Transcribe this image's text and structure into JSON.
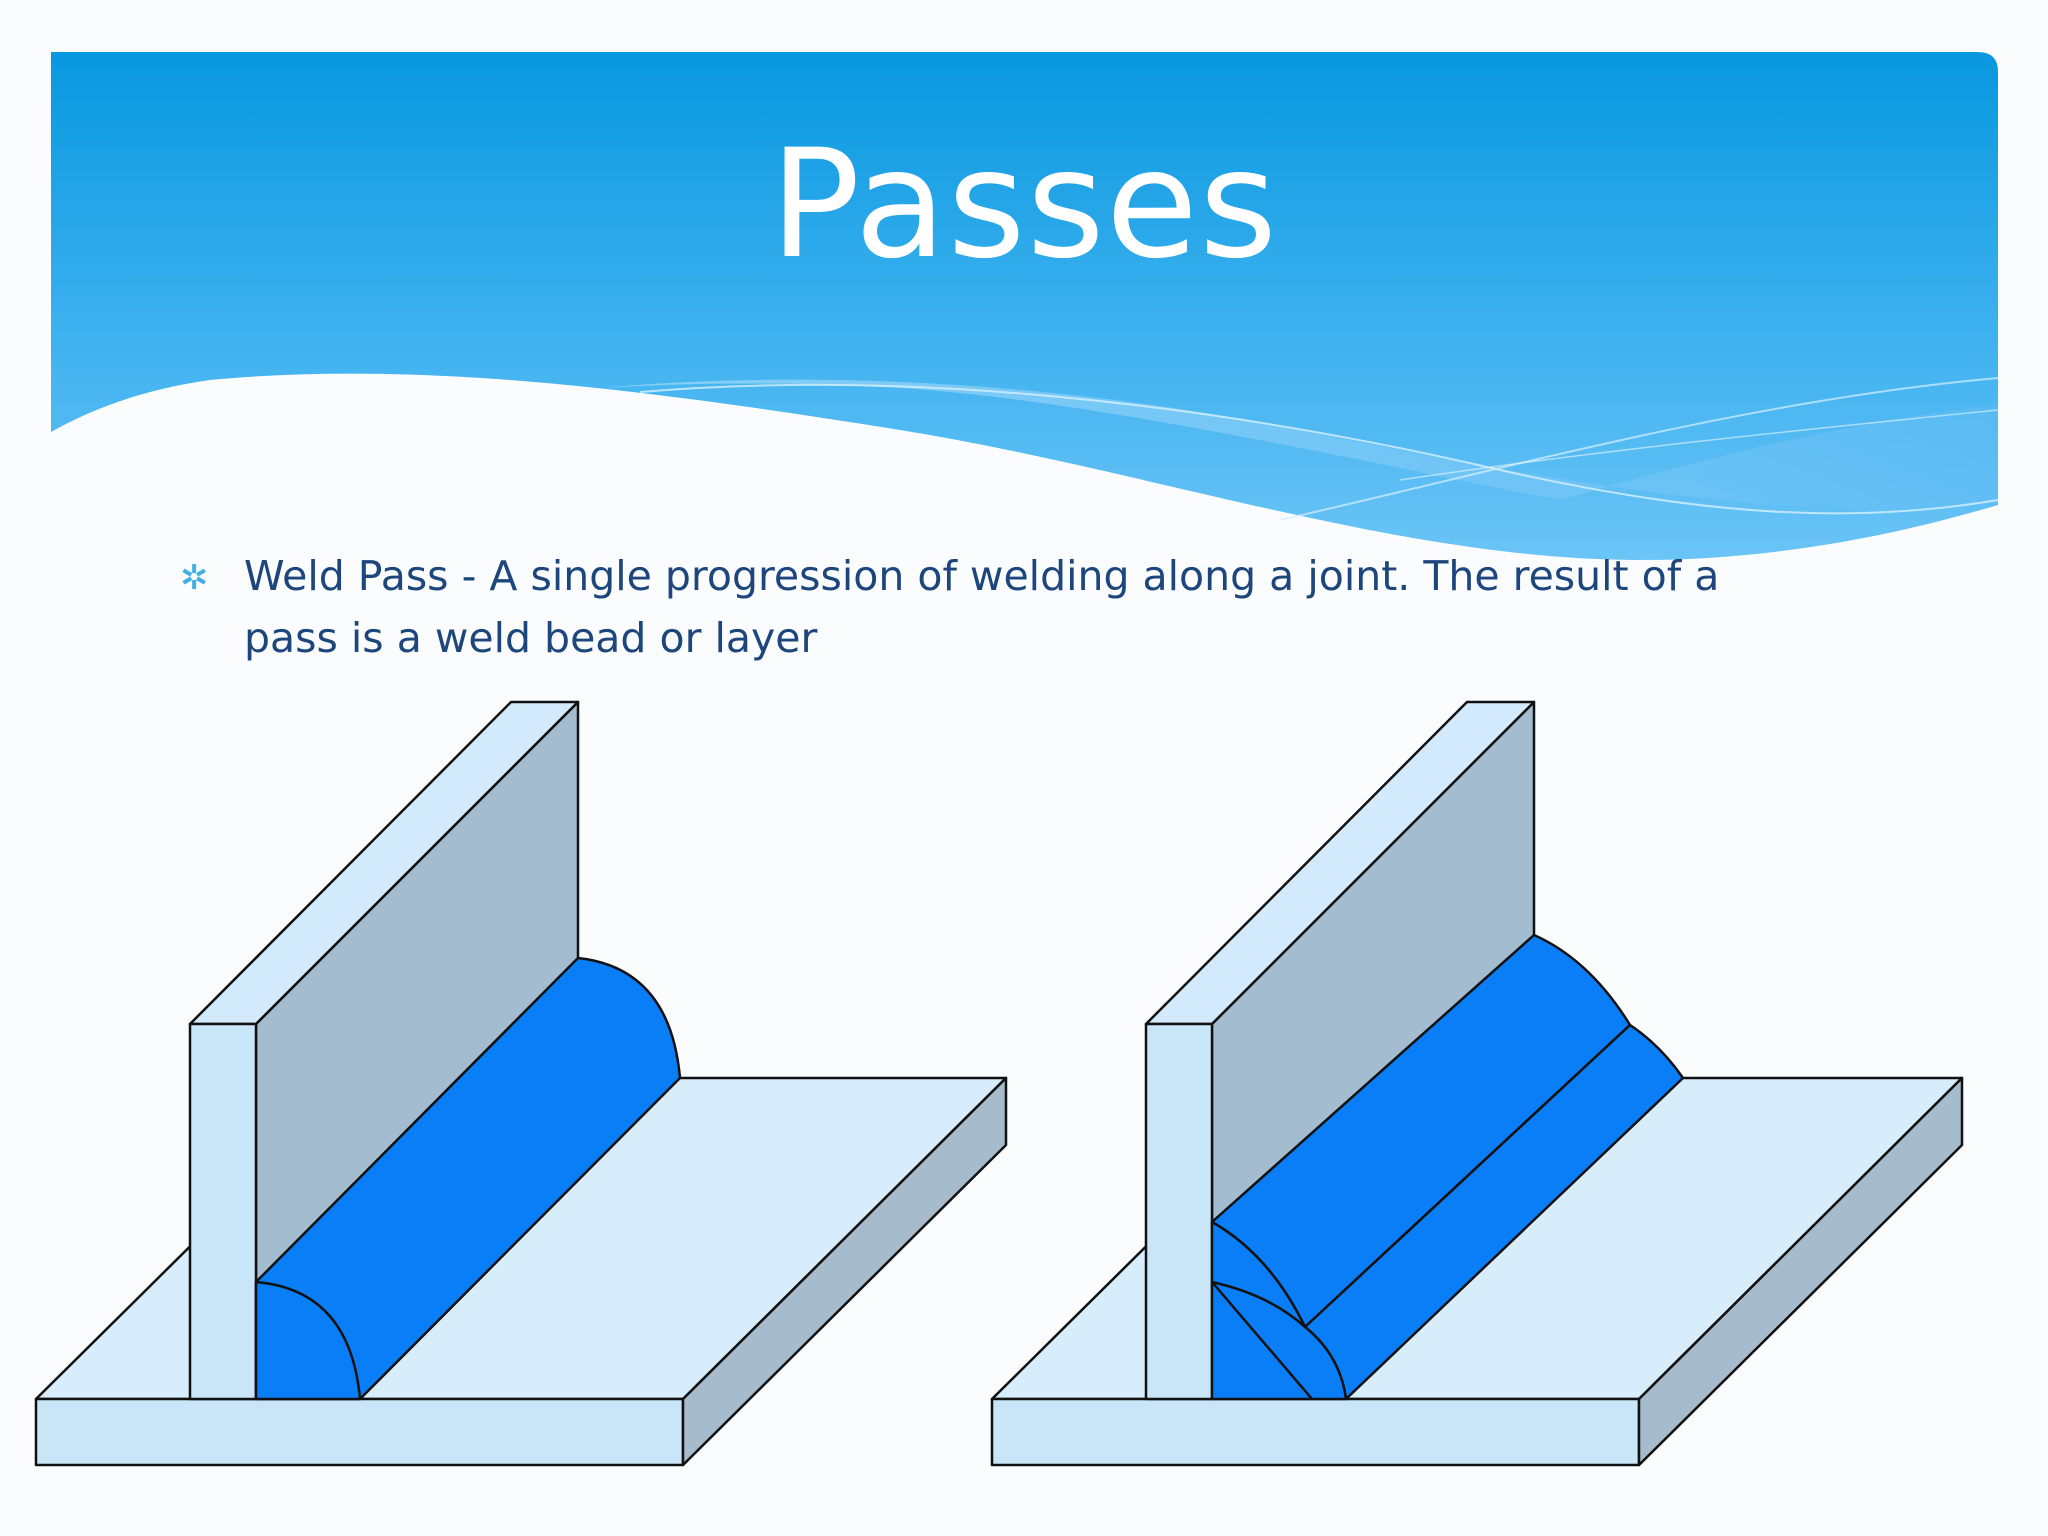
{
  "slide": {
    "title": "Passes",
    "bullet": {
      "icon": "asterisk-bullet-icon",
      "text": "Weld Pass - A single progression of welding along a joint. The result of a pass is a weld bead or layer"
    }
  },
  "colors": {
    "banner_top": "#0898df",
    "banner_bottom": "#6bc4f6",
    "title_text": "#ffffff",
    "body_text": "#1c467c",
    "bullet_icon": "#42aee8",
    "plate_face": "#c8e6f8",
    "plate_top": "#d7edfc",
    "plate_shadow": "#a6bbcb",
    "weld_bead": "#0a7ef7",
    "weld_bead_dark": "#0369dc",
    "outline": "#111111"
  },
  "diagrams": [
    {
      "name": "single-pass-tee-joint",
      "passes": 1
    },
    {
      "name": "multi-pass-tee-joint",
      "passes": 3
    }
  ]
}
